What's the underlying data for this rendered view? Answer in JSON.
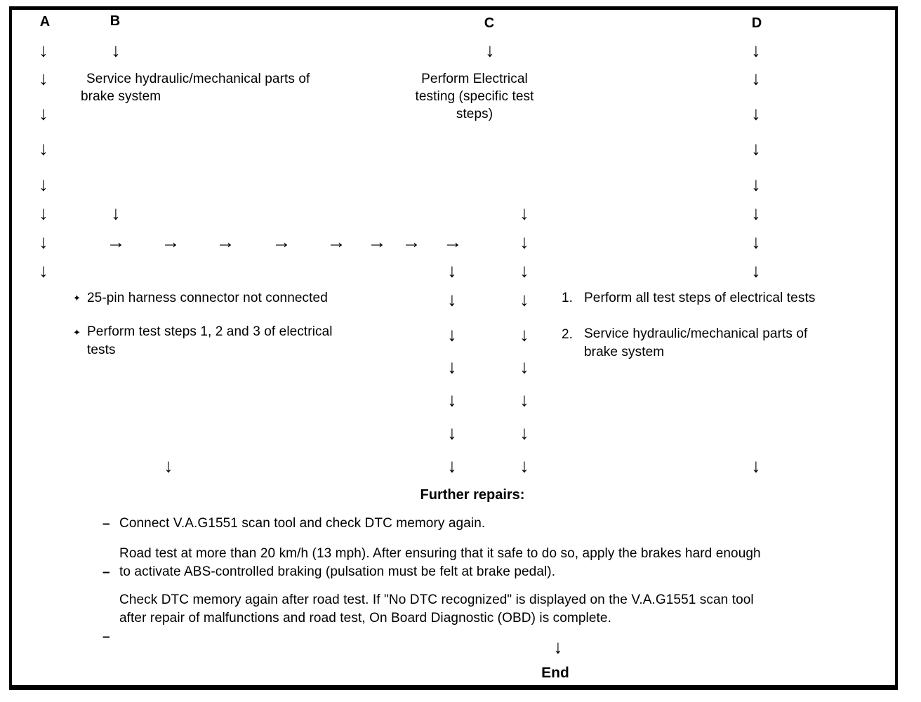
{
  "glyphs": {
    "down_arrow": "↓",
    "right_arrow": "→",
    "diamond_bullet": "✦",
    "dash_bullet": "–"
  },
  "column_labels": {
    "a": "A",
    "b": "B",
    "c": "C",
    "d": "D"
  },
  "b_branch": {
    "lines": [
      "Service hydraulic/mechanical parts of",
      "brake system"
    ]
  },
  "c_branch": {
    "lines": [
      "Perform Electrical",
      "testing (specific test",
      "steps)"
    ]
  },
  "left_notes": {
    "item1": {
      "text": "25-pin harness connector not connected"
    },
    "item2": {
      "lines": [
        "Perform test steps 1, 2 and 3 of electrical",
        "tests"
      ]
    }
  },
  "right_steps": {
    "item1": {
      "number": "1.",
      "text": "Perform all test steps of electrical tests"
    },
    "item2": {
      "number": "2.",
      "lines": [
        "Service hydraulic/mechanical parts of",
        "brake system"
      ]
    }
  },
  "further_repairs": {
    "heading": "Further repairs:",
    "item1": {
      "lines": [
        "Connect V.A.G1551 scan tool and check DTC memory again."
      ]
    },
    "item2": {
      "lines": [
        "Road test at more than 20 km/h (13 mph). After ensuring that it safe to do so, apply the brakes hard enough",
        "to activate ABS-controlled braking (pulsation must be felt at brake pedal)."
      ]
    },
    "item3": {
      "lines": [
        "Check DTC memory again after road test. If \"No DTC recognized\" is displayed on the V.A.G1551 scan tool",
        "after repair of malfunctions and road test, On Board Diagnostic (OBD) is complete."
      ]
    }
  },
  "end_label": "End",
  "colors": {
    "ink": "#000000",
    "paper": "#ffffff"
  }
}
